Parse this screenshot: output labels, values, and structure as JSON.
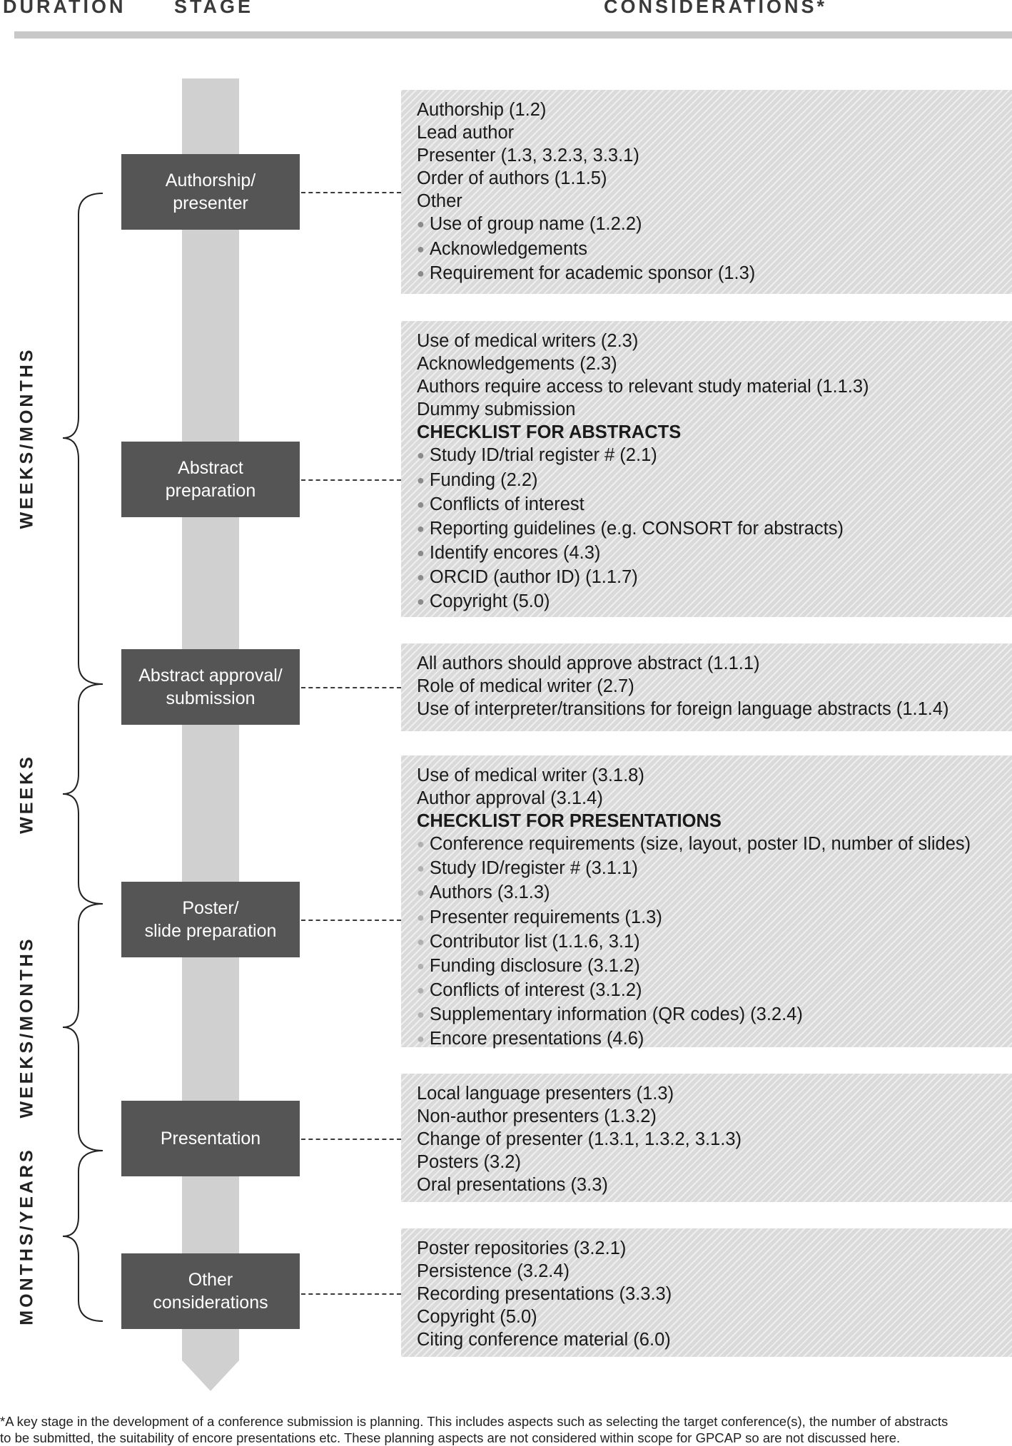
{
  "headers": {
    "duration": "DURATION",
    "stage": "STAGE",
    "considerations": "CONSIDERATIONS*"
  },
  "durations": [
    "WEEKS/MONTHS",
    "WEEKS",
    "WEEKS/MONTHS",
    "MONTHS/YEARS"
  ],
  "stages": [
    {
      "label": "Authorship/\npresenter"
    },
    {
      "label": "Abstract\npreparation"
    },
    {
      "label": "Abstract approval/\nsubmission"
    },
    {
      "label": "Poster/\nslide preparation"
    },
    {
      "label": "Presentation"
    },
    {
      "label": "Other\nconsiderations"
    }
  ],
  "considerations": [
    [
      {
        "text": "Authorship (1.2)"
      },
      {
        "text": "Lead author"
      },
      {
        "text": "Presenter (1.3, 3.2.3, 3.3.1)"
      },
      {
        "text": "Order of authors (1.1.5)"
      },
      {
        "text": "Other"
      },
      {
        "text": "Use of group name (1.2.2)",
        "bullet": true
      },
      {
        "text": "Acknowledgements",
        "bullet": true
      },
      {
        "text": "Requirement for academic sponsor (1.3)",
        "bullet": true
      }
    ],
    [
      {
        "text": "Use of medical writers (2.3)"
      },
      {
        "text": "Acknowledgements (2.3)"
      },
      {
        "text": "Authors require access to relevant study material (1.1.3)"
      },
      {
        "text": "Dummy submission"
      },
      {
        "text": "CHECKLIST FOR ABSTRACTS",
        "bold": true
      },
      {
        "text": "Study ID/trial register # (2.1)",
        "bullet": true
      },
      {
        "text": "Funding (2.2)",
        "bullet": true
      },
      {
        "text": "Conflicts of interest",
        "bullet": true
      },
      {
        "text": "Reporting guidelines (e.g. CONSORT for abstracts)",
        "bullet": true
      },
      {
        "text": "Identify encores (4.3)",
        "bullet": true
      },
      {
        "text": "ORCID (author ID) (1.1.7)",
        "bullet": true
      },
      {
        "text": "Copyright (5.0)",
        "bullet": true
      }
    ],
    [
      {
        "text": "All authors should approve abstract (1.1.1)"
      },
      {
        "text": "Role of medical writer (2.7)"
      },
      {
        "text": "Use of interpreter/transitions for foreign language abstracts (1.1.4)"
      }
    ],
    [
      {
        "text": "Use of medical writer (3.1.8)"
      },
      {
        "text": "Author approval (3.1.4)"
      },
      {
        "text": "CHECKLIST FOR PRESENTATIONS",
        "bold": true
      },
      {
        "text": "Conference requirements (size, layout, poster ID, number of slides)",
        "bullet": true,
        "light": true
      },
      {
        "text": "Study ID/register # (3.1.1)",
        "bullet": true,
        "light": true
      },
      {
        "text": "Authors (3.1.3)",
        "bullet": true,
        "light": true
      },
      {
        "text": "Presenter requirements (1.3)",
        "bullet": true,
        "light": true
      },
      {
        "text": "Contributor list (1.1.6, 3.1)",
        "bullet": true,
        "light": true
      },
      {
        "text": "Funding disclosure (3.1.2)",
        "bullet": true,
        "light": true
      },
      {
        "text": "Conflicts of interest (3.1.2)",
        "bullet": true,
        "light": true
      },
      {
        "text": "Supplementary information (QR codes) (3.2.4)",
        "bullet": true,
        "light": true
      },
      {
        "text": "Encore presentations (4.6)",
        "bullet": true,
        "light": true
      }
    ],
    [
      {
        "text": "Local language presenters (1.3)"
      },
      {
        "text": "Non-author presenters (1.3.2)"
      },
      {
        "text": "Change of presenter (1.3.1, 1.3.2, 3.1.3)"
      },
      {
        "text": "Posters (3.2)"
      },
      {
        "text": "Oral presentations (3.3)"
      }
    ],
    [
      {
        "text": "Poster repositories (3.2.1)"
      },
      {
        "text": "Persistence (3.2.4)"
      },
      {
        "text": "Recording presentations (3.3.3)"
      },
      {
        "text": "Copyright (5.0)"
      },
      {
        "text": "Citing conference material (6.0)"
      }
    ]
  ],
  "footnote": {
    "line1": "*A key stage in the development of a conference submission is planning. This includes aspects such as selecting the target conference(s), the number of abstracts",
    "line2": "to be submitted, the suitability of encore presentations etc. These planning aspects are not considered within scope for GPCAP so are not discussed here."
  },
  "colors": {
    "stage_box": "#555555",
    "timeline_arrow": "#d0d0d0",
    "consideration_box": "#dadada",
    "header_bar": "#c8c8c8"
  }
}
